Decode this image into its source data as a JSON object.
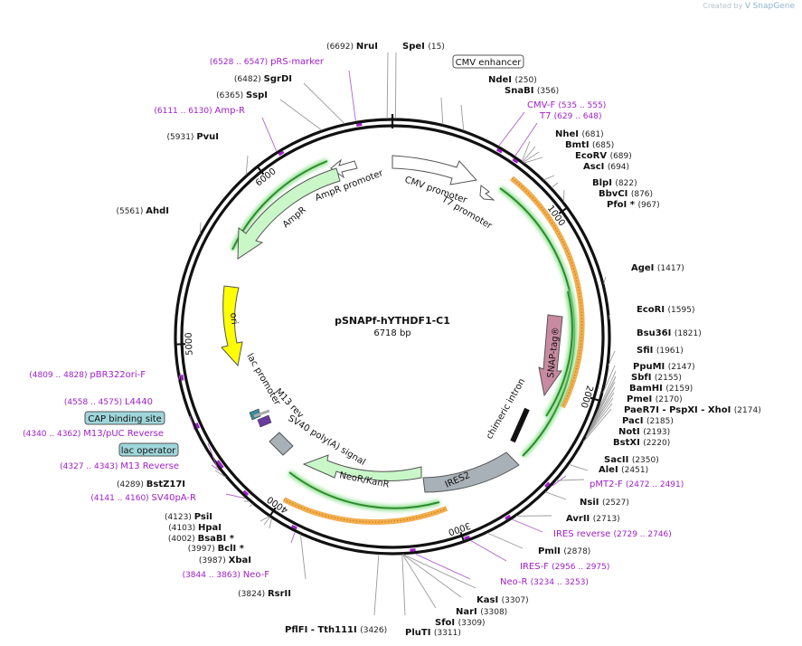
{
  "brand": {
    "prefix": "Created by",
    "name": "SnapGene"
  },
  "plasmid": {
    "name": "pSNAPf-hYTHDF1-C1",
    "length_label": "6718 bp"
  },
  "ticks": [
    "1000",
    "2000",
    "3000",
    "4000",
    "5000",
    "6000"
  ],
  "sites": [
    {
      "name": "NruI",
      "pos": "(6692)"
    },
    {
      "name": "SpeI",
      "pos": "(15)"
    },
    {
      "name": "SgrDI",
      "pos": "(6482)"
    },
    {
      "name": "SspI",
      "pos": "(6365)"
    },
    {
      "name": "PvuI",
      "pos": "(5931)"
    },
    {
      "name": "AhdI",
      "pos": "(5561)"
    },
    {
      "name": "NdeI",
      "pos": "(250)"
    },
    {
      "name": "SnaBI",
      "pos": "(356)"
    },
    {
      "name": "NheI",
      "pos": "(681)"
    },
    {
      "name": "BmtI",
      "pos": "(685)"
    },
    {
      "name": "EcoRV",
      "pos": "(689)"
    },
    {
      "name": "AscI",
      "pos": "(694)"
    },
    {
      "name": "BlpI",
      "pos": "(822)"
    },
    {
      "name": "BbvCI",
      "pos": "(876)"
    },
    {
      "name": "PfoI *",
      "pos": "(967)"
    },
    {
      "name": "AgeI",
      "pos": "(1417)"
    },
    {
      "name": "EcoRI",
      "pos": "(1595)"
    },
    {
      "name": "Bsu36I",
      "pos": "(1821)"
    },
    {
      "name": "SfiI",
      "pos": "(1961)"
    },
    {
      "name": "PpuMI",
      "pos": "(2147)"
    },
    {
      "name": "SbfI",
      "pos": "(2155)"
    },
    {
      "name": "BamHI",
      "pos": "(2159)"
    },
    {
      "name": "PmeI",
      "pos": "(2170)"
    },
    {
      "name": "PaeR7I - PspXI - XhoI",
      "pos": "(2174)"
    },
    {
      "name": "PacI",
      "pos": "(2185)"
    },
    {
      "name": "NotI",
      "pos": "(2193)"
    },
    {
      "name": "BstXI",
      "pos": "(2220)"
    },
    {
      "name": "SacII",
      "pos": "(2350)"
    },
    {
      "name": "AleI",
      "pos": "(2451)"
    },
    {
      "name": "NsiI",
      "pos": "(2527)"
    },
    {
      "name": "AvrII",
      "pos": "(2713)"
    },
    {
      "name": "PmlI",
      "pos": "(2878)"
    },
    {
      "name": "KasI",
      "pos": "(3307)"
    },
    {
      "name": "NarI",
      "pos": "(3308)"
    },
    {
      "name": "SfoI",
      "pos": "(3309)"
    },
    {
      "name": "PluTI",
      "pos": "(3311)"
    },
    {
      "name": "PflFI - Tth111I",
      "pos": "(3426)"
    },
    {
      "name": "RsrII",
      "pos": "(3824)"
    },
    {
      "name": "XbaI",
      "pos": "(3987)"
    },
    {
      "name": "BclI *",
      "pos": "(3997)"
    },
    {
      "name": "BsaBI *",
      "pos": "(4002)"
    },
    {
      "name": "HpaI",
      "pos": "(4103)"
    },
    {
      "name": "PsiI",
      "pos": "(4123)"
    },
    {
      "name": "BstZ17I",
      "pos": "(4289)"
    }
  ],
  "primers": [
    {
      "name": "pRS-marker",
      "range": "(6528 .. 6547)"
    },
    {
      "name": "Amp-R",
      "range": "(6111 .. 6130)"
    },
    {
      "name": "CMV-F",
      "range": "(535 .. 555)"
    },
    {
      "name": "T7",
      "range": "(629 .. 648)"
    },
    {
      "name": "pBR322ori-F",
      "range": "(4809 .. 4828)"
    },
    {
      "name": "L4440",
      "range": "(4558 .. 4575)"
    },
    {
      "name": "M13/pUC Reverse",
      "range": "(4340 .. 4362)"
    },
    {
      "name": "M13 Reverse",
      "range": "(4327 .. 4343)"
    },
    {
      "name": "SV40pA-R",
      "range": "(4141 .. 4160)"
    },
    {
      "name": "pMT2-F",
      "range": "(2472 .. 2491)"
    },
    {
      "name": "IRES reverse",
      "range": "(2729 .. 2746)"
    },
    {
      "name": "IRES-F",
      "range": "(2956 .. 2975)"
    },
    {
      "name": "Neo-R",
      "range": "(3234 .. 3253)"
    },
    {
      "name": "Neo-F",
      "range": "(3844 .. 3863)"
    }
  ],
  "boxed_features": [
    "CMV enhancer",
    "CAP binding site",
    "lac operator"
  ],
  "features": [
    "CMV promoter",
    "T7 promoter",
    "AmpR promoter",
    "AmpR",
    "ori",
    "lac promoter",
    "M13 rev",
    "SV40 poly(A) signal",
    "NeoR/KanR",
    "IRES2",
    "chimeric intron",
    "SNAP-tag®"
  ],
  "colors": {
    "backbone": "#111111",
    "primer": "#a020c8",
    "amp": "#c9f7c8",
    "ori": "#ffff00",
    "snap": "#c88aa0",
    "ires": "#a8b0b8",
    "orange_band": "#f0a030",
    "green_band": "#2e8b2e",
    "box_fill": "#9fd6dc"
  }
}
